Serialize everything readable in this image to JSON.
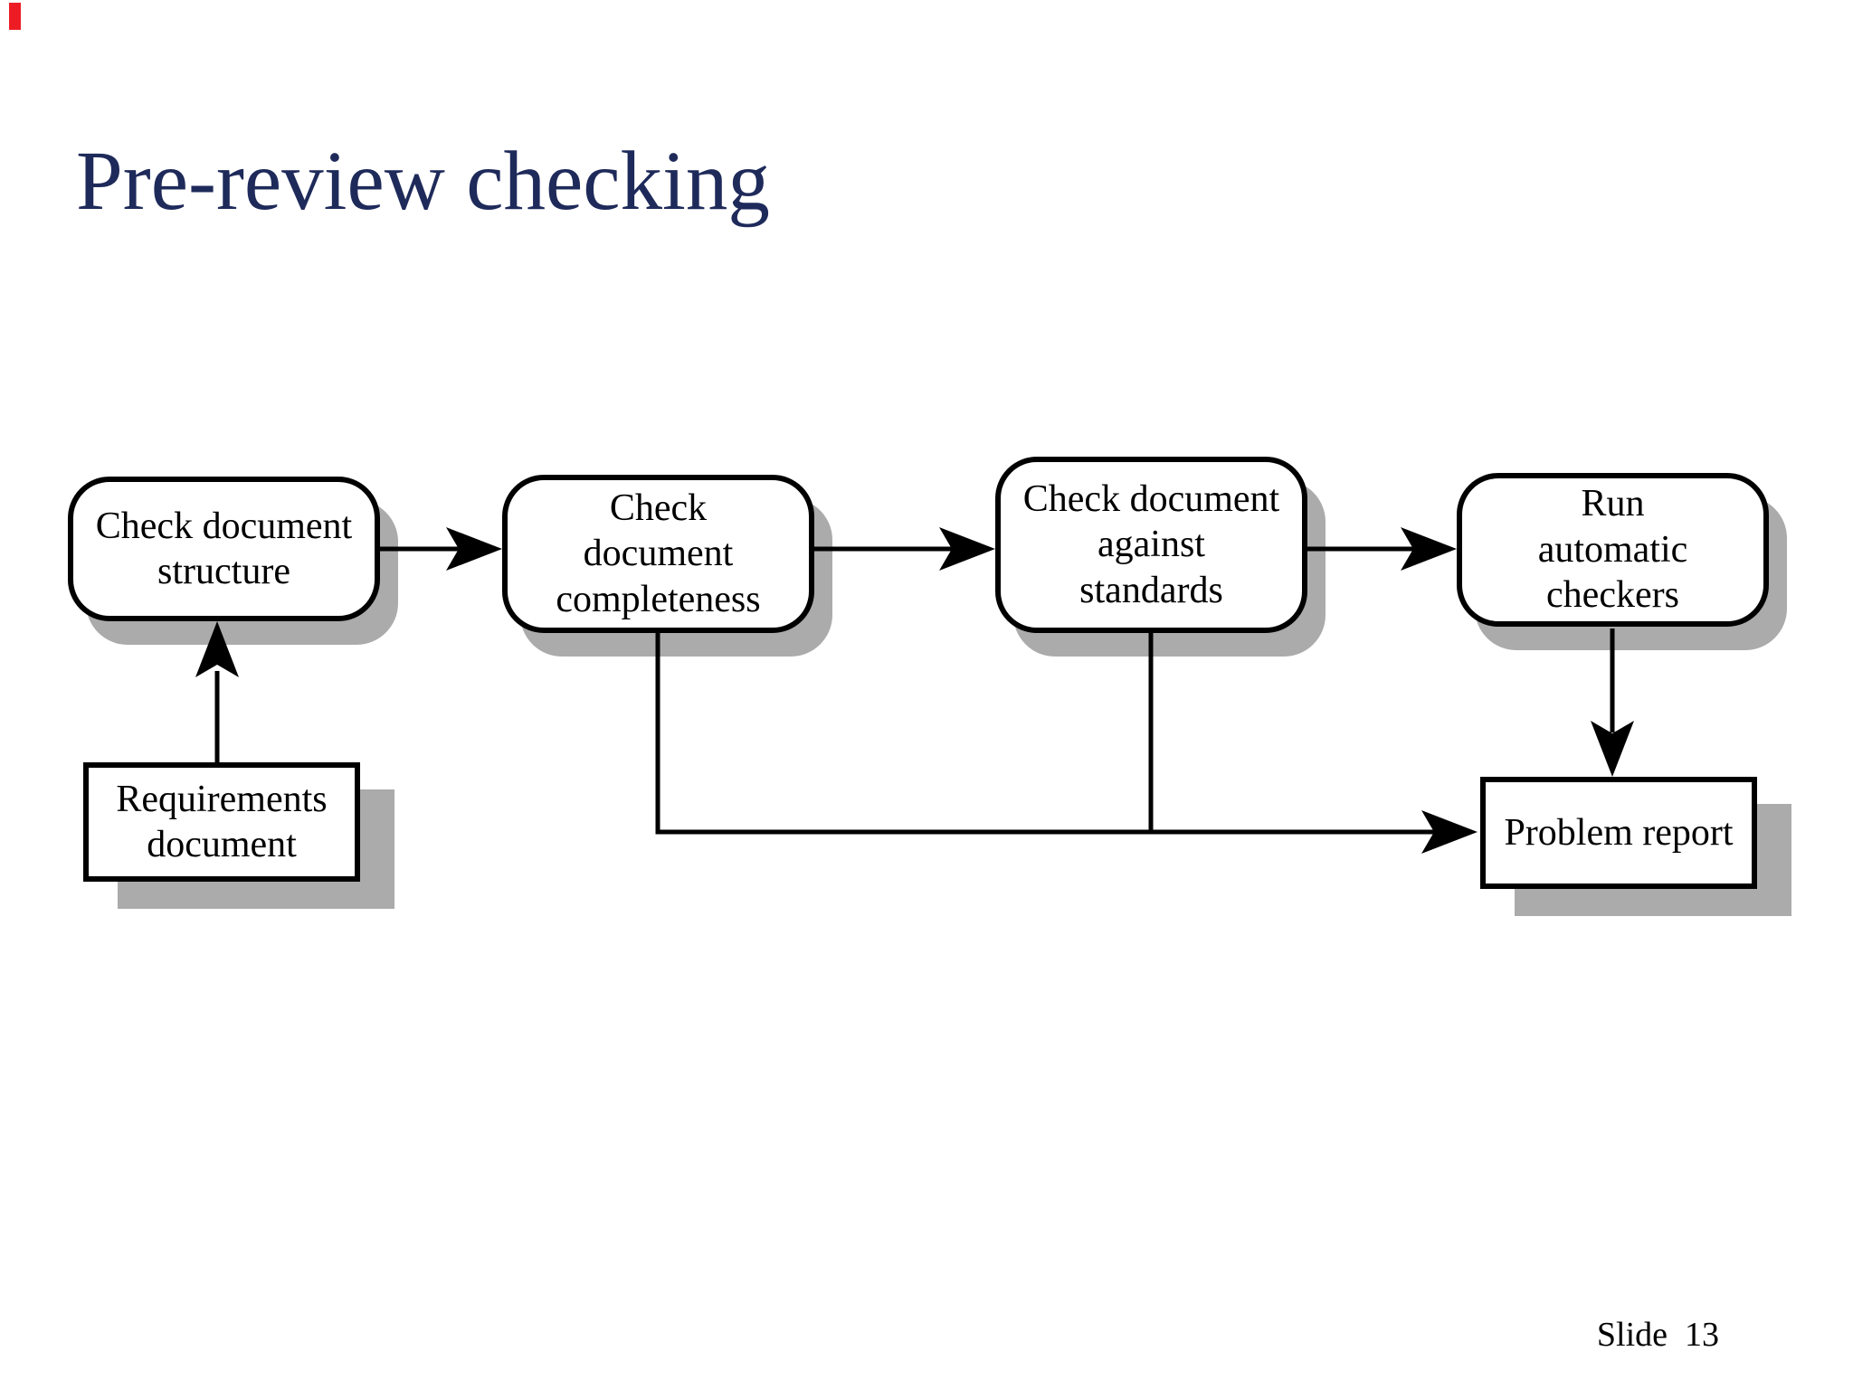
{
  "slide": {
    "title": "Pre-review checking",
    "page_label": "Slide  13"
  },
  "flowchart": {
    "steps": [
      {
        "label": "Check document\nstructure"
      },
      {
        "label": "Check\ndocument\ncompleteness"
      },
      {
        "label": "Check document\nagainst\nstandards"
      },
      {
        "label": "Run\nautomatic\ncheckers"
      }
    ],
    "documents": [
      {
        "label": "Requirements\ndocument"
      },
      {
        "label": "Problem report"
      }
    ]
  },
  "colors": {
    "title_text": "#1e2a5a",
    "node_border": "#000000",
    "node_fill": "#ffffff",
    "drop_shadow": "#ababab",
    "connector": "#000000",
    "corner_marker_red": "#ed1c24"
  }
}
